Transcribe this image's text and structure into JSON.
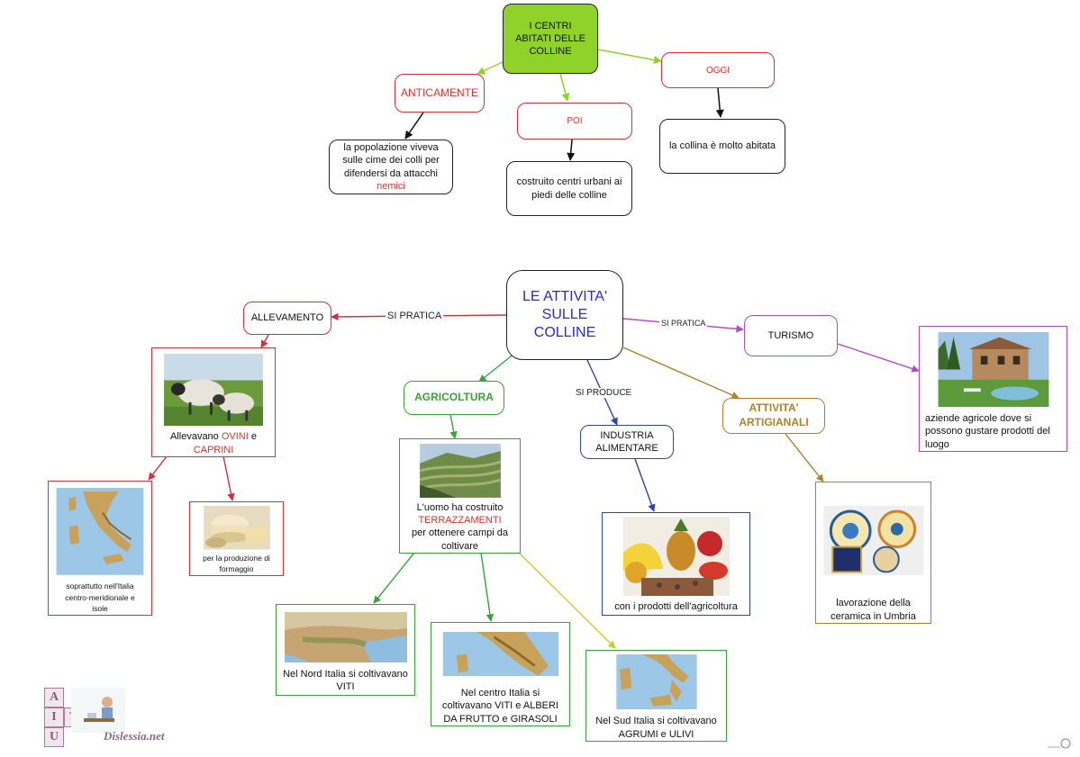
{
  "top_map": {
    "root": [
      "I CENTRI",
      "ABITATI DELLE",
      "COLLINE"
    ],
    "anticamente": "ANTICAMENTE",
    "poi": "POI",
    "oggi": "OGGI",
    "anticamente_desc": [
      "la popolazione viveva",
      "sulle cime dei colli per",
      "difendersi da attacchi"
    ],
    "anticamente_accent": "nemici",
    "poi_desc": [
      "costruito centri urbani ai",
      "piedi delle colline"
    ],
    "oggi_desc": "la collina è molto abitata"
  },
  "bottom_map": {
    "root": [
      "LE ATTIVITA'",
      "SULLE",
      "COLLINE"
    ],
    "edge_allevamento": "SI PRATICA",
    "edge_turismo": "SI PRATICA",
    "edge_industria": "SI PRODUCE",
    "allevamento": "ALLEVAMENTO",
    "allevamento_desc_prefix": "Allevavano ",
    "allevamento_ovini": "OVINI",
    "allevamento_and": " e",
    "allevamento_caprini": "CAPRINI",
    "italia_desc": [
      "soprattutto nell'Italia",
      "centro-meridionale e",
      "isole"
    ],
    "formaggio_desc": [
      "per la produzione di",
      "formaggio"
    ],
    "agricoltura": "AGRICOLTURA",
    "agricoltura_desc_1": "L'uomo ha costruito",
    "agricoltura_accent": "TERRAZZAMENTI",
    "agricoltura_desc_2": [
      "per ottenere campi da",
      "coltivare"
    ],
    "nord_desc": [
      "Nel Nord Italia si coltivavano",
      "VITI"
    ],
    "centro_desc": [
      "Nel centro Italia si",
      "coltivavano VITI e ALBERI",
      "DA FRUTTO e GIRASOLI"
    ],
    "sud_desc": [
      "Nel Sud Italia si coltivavano",
      "AGRUMI e ULIVI"
    ],
    "industria": [
      "INDUSTRIA",
      "ALIMENTARE"
    ],
    "industria_desc": "con i prodotti dell'agricoltura",
    "artigianali": [
      "ATTIVITA'",
      "ARTIGIANALI"
    ],
    "ceramica_desc": [
      "lavorazione della",
      "ceramica in Umbria"
    ],
    "turismo": "TURISMO",
    "turismo_desc": [
      "aziende agricole dove si",
      "possono gustare prodotti del",
      "luogo"
    ]
  },
  "logo": {
    "letters": [
      "A",
      "I",
      "T",
      "U"
    ],
    "brand": "Dislessia.net"
  },
  "colors": {
    "lime": "#8fd32a",
    "red": "#d62f3a",
    "green": "#3aa23a",
    "blue": "#2b44b0",
    "brown": "#b0802a",
    "purple": "#b04bbf",
    "root_text": "#2b2bd0"
  }
}
